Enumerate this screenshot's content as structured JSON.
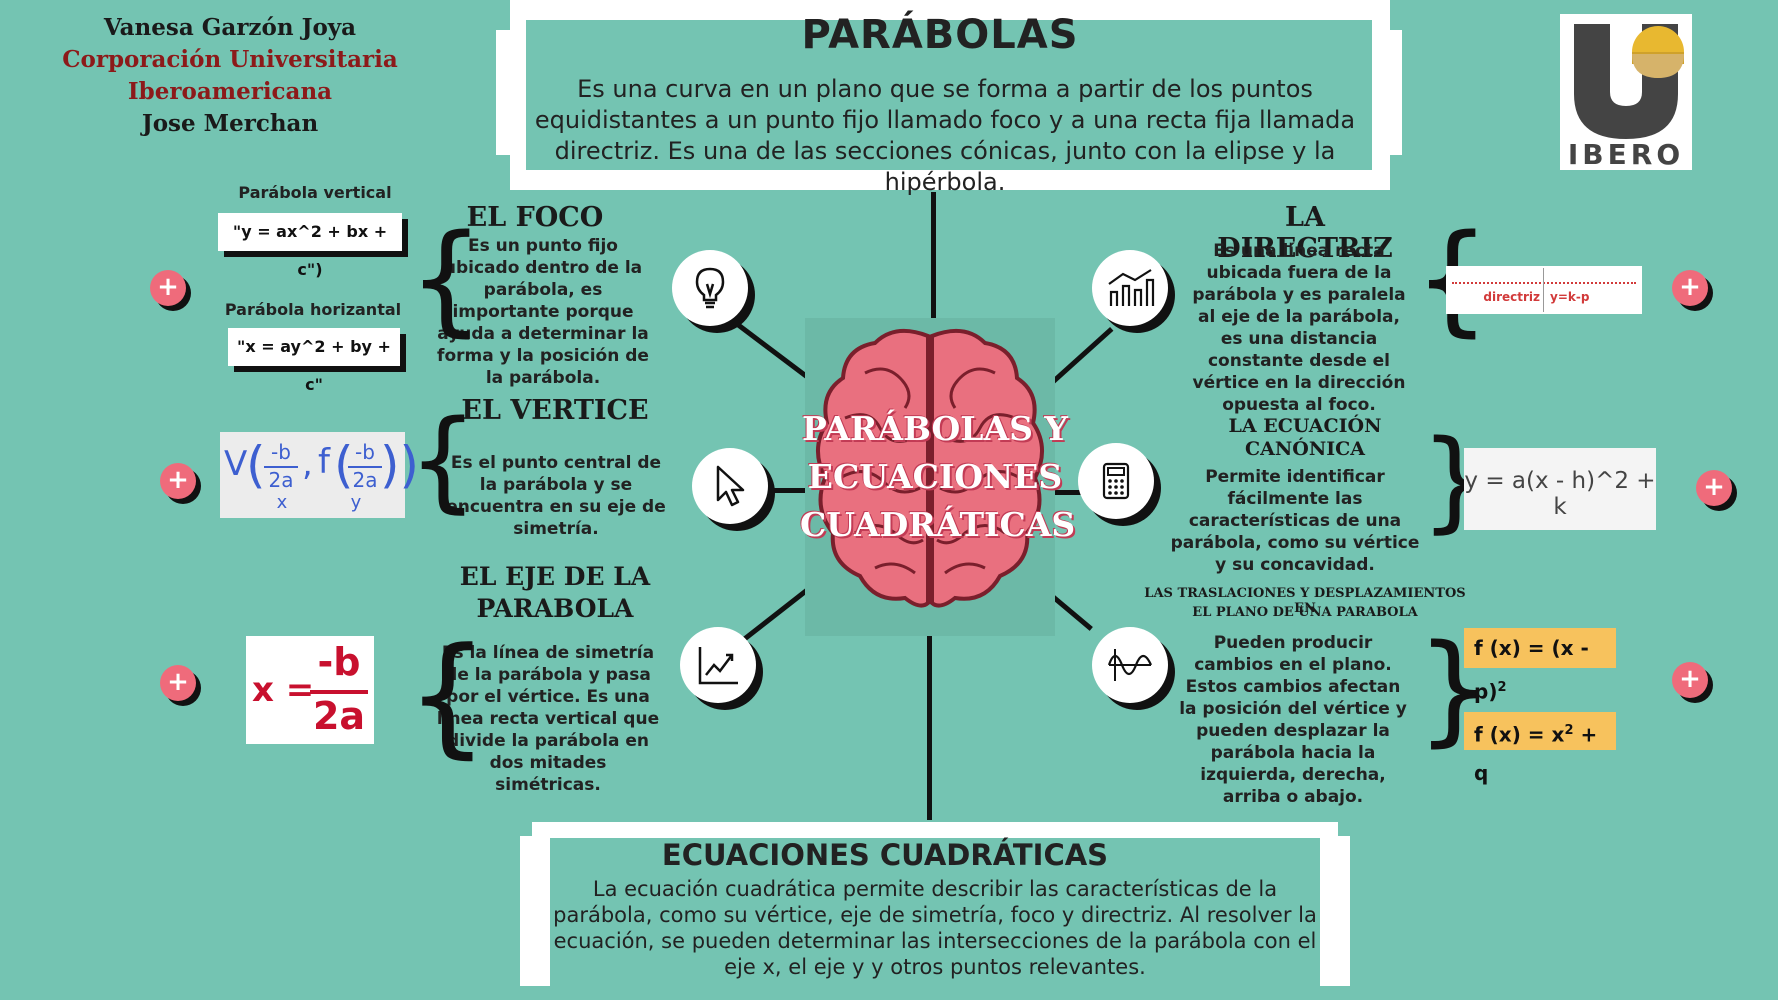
{
  "authors": {
    "name": "Vanesa Garzón Joya",
    "institution_line1": "Corporación Universitaria",
    "institution_line2": "Iberoamericana",
    "teacher": "Jose Merchan"
  },
  "intro": {
    "title": "PARÁBOLAS",
    "text": "Es una curva en un plano que se forma a partir de los puntos equidistantes a un punto fijo llamado foco y a una recta fija llamada directriz. Es una de las secciones cónicas, junto con la elipse y la hipérbola."
  },
  "logo": {
    "text": "IBERO",
    "colors": {
      "dark": "#444444",
      "gold": "#e8b830"
    }
  },
  "center": {
    "title": "PARÁBOLAS Y ECUACIONES CUADRÁTICAS"
  },
  "foco": {
    "heading": "EL FOCO",
    "text": "Es un punto fijo ubicado dentro de la parábola, es importante porque ayuda a determinar la forma y la posición de la parábola.",
    "vertical_label": "Parábola vertical",
    "vertical_formula": "\"y = ax^2 + bx + c\")",
    "horizontal_label": "Parábola horizantal",
    "horizontal_formula": "\"x = ay^2 + by + c\""
  },
  "vertice": {
    "heading": "EL VERTICE",
    "text": "Es  el punto central de la parábola y se encuentra en su eje de simetría.",
    "formula_img": {
      "v": "V",
      "num1": "-b",
      "den1": "2a",
      "f": "f",
      "num2": "-b",
      "den2": "2a",
      "x": "x",
      "y": "y"
    }
  },
  "eje": {
    "heading_line1": "EL EJE DE LA",
    "heading_line2": "PARABOLA",
    "text": "Es la línea de simetría de la parábola y pasa por el vértice. Es una línea recta vertical que divide la parábola en dos mitades simétricas.",
    "formula": {
      "lhs": "x =",
      "num": "-b",
      "den": "2a"
    }
  },
  "directriz": {
    "heading": "LA DIRECTRIZ",
    "text": "Es una línea recta ubicada fuera de la parábola y es paralela al eje de la parábola, es una distancia constante desde el vértice en la dirección opuesta al foco.",
    "table": {
      "col1": "directriz",
      "col2": "y=k-p"
    }
  },
  "canonica": {
    "heading_line1": "LA ECUACIÓN",
    "heading_line2": "CANÓNICA",
    "text": "Permite identificar fácilmente las características de una parábola, como su vértice y su concavidad.",
    "formula": "y = a(x - h)^2 + k"
  },
  "traslaciones": {
    "heading_line1": "LAS TRASLACIONES Y DESPLAZAMIENTOS EN",
    "heading_line2": "EL PLANO DE UNA PARABOLA",
    "text": "Pueden producir cambios en el plano. Estos cambios afectan la posición del vértice y pueden desplazar la parábola hacia la izquierda, derecha, arriba o abajo.",
    "formula1": "f (x) = (x - p)",
    "formula1_sup": "2",
    "formula2": "f (x) = x",
    "formula2_sup": "2",
    "formula2_tail": " + q"
  },
  "bottom": {
    "title": "ECUACIONES CUADRÁTICAS",
    "text": "La ecuación cuadrática permite describir las características de la parábola, como su vértice, eje de simetría, foco y directriz. Al resolver la ecuación, se pueden determinar las intersecciones de la parábola con el eje x, el eje y y otros puntos relevantes."
  },
  "buttons": {
    "plus": "+"
  },
  "colors": {
    "background": "#74c4b2",
    "accent_pink": "#ef6b7b",
    "brain": "#e9707f",
    "yellow": "#f7c25d"
  }
}
